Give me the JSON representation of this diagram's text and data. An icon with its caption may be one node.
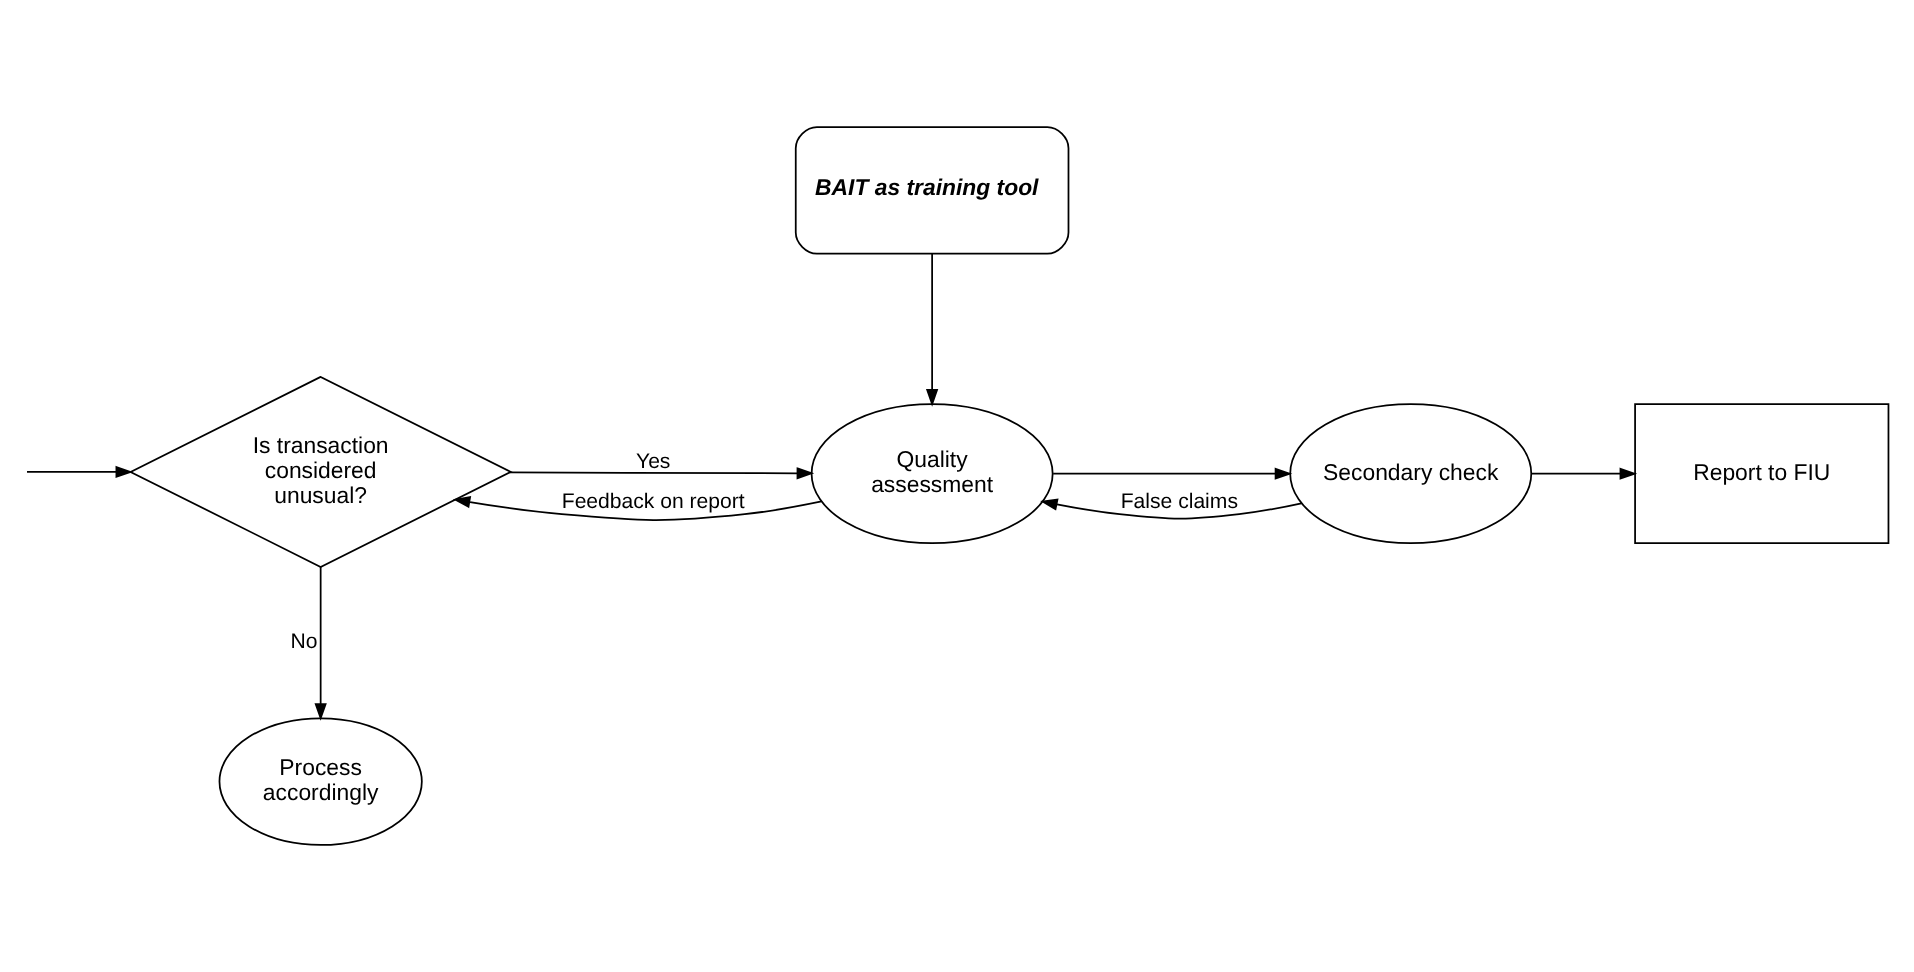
{
  "diagram": {
    "nodes": [
      {
        "text": [
          "Process accordingly"
        ]
      },
      {
        "text": [
          "Is transaction considered unusual?"
        ]
      },
      {
        "text": [
          "Quality assessment"
        ]
      },
      {
        "text": [
          "Secondary check"
        ]
      },
      {
        "text": [
          "Report to FIU"
        ]
      },
      {
        "text": [
          "BAIT as training tool"
        ]
      }
    ],
    "edges": [
      {
        "from": null,
        "to": 1,
        "arrow": "to"
      },
      {
        "from": 1,
        "to": 0,
        "arrow": "to",
        "label": "No"
      },
      {
        "from": 1,
        "to": 2,
        "arrow": "to",
        "label": "Yes"
      },
      {
        "from": 2,
        "to": 3,
        "arrow": "to"
      },
      {
        "from": 3,
        "to": 4,
        "arrow": "to"
      },
      {
        "from": 3,
        "to": 2,
        "arrow": "to",
        "label": "False claims"
      },
      {
        "from": 2,
        "to": 1,
        "arrow": "to",
        "label": "Feedback on report"
      },
      {
        "from": 5,
        "to": 2,
        "arrow": "to"
      }
    ]
  }
}
